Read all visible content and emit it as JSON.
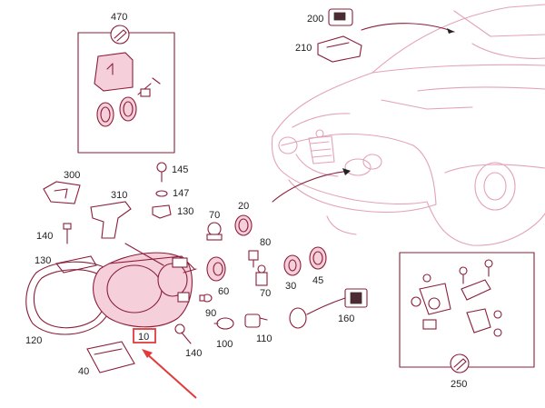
{
  "diagram": {
    "callouts": {
      "p470": "470",
      "p200": "200",
      "p210": "210",
      "p300": "300",
      "p310": "310",
      "p145": "145",
      "p147": "147",
      "p130a": "130",
      "p130b": "130",
      "p140a": "140",
      "p140b": "140",
      "p20": "20",
      "p70": "70",
      "p80": "80",
      "p60": "60",
      "p70b": "70",
      "p30": "30",
      "p45": "45",
      "p90": "90",
      "p100": "100",
      "p110": "110",
      "p160": "160",
      "p120": "120",
      "p40": "40",
      "p10": "10",
      "p250": "250"
    }
  }
}
